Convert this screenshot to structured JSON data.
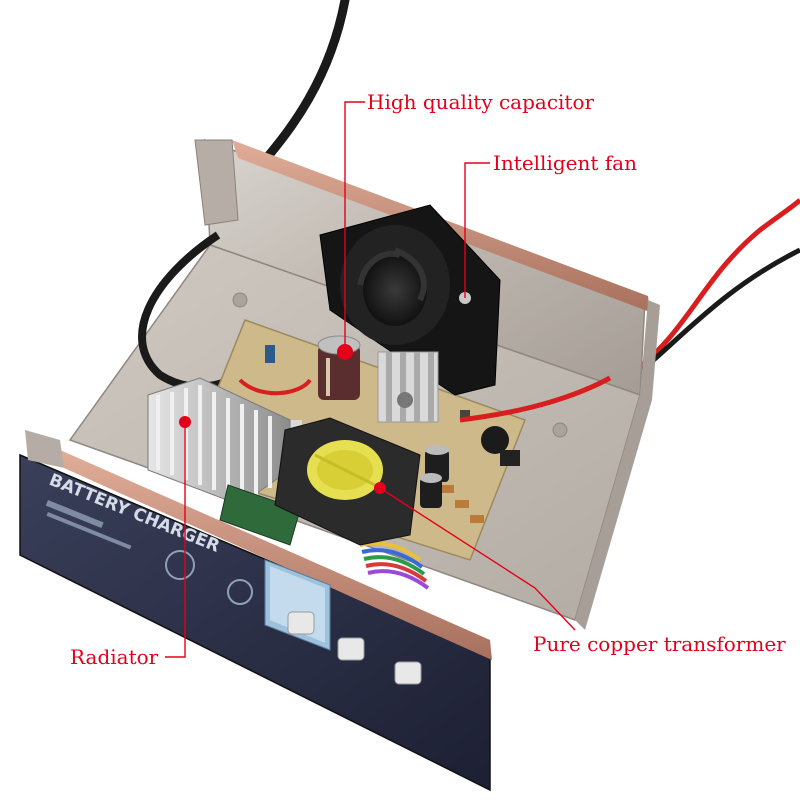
{
  "photo": {
    "subject": "battery-charger-internals",
    "panel_text": "BATTERY CHARGER"
  },
  "callouts": {
    "capacitor": "High quality capacitor",
    "fan": "Intelligent fan",
    "radiator": "Radiator",
    "transformer": "Pure copper transformer"
  },
  "colors": {
    "callout": "#e3001b",
    "front_panel": "#2b2f45",
    "pcb": "#cdb98a",
    "casing": "#c7c0b8",
    "copper_trim": "#c9917f"
  }
}
